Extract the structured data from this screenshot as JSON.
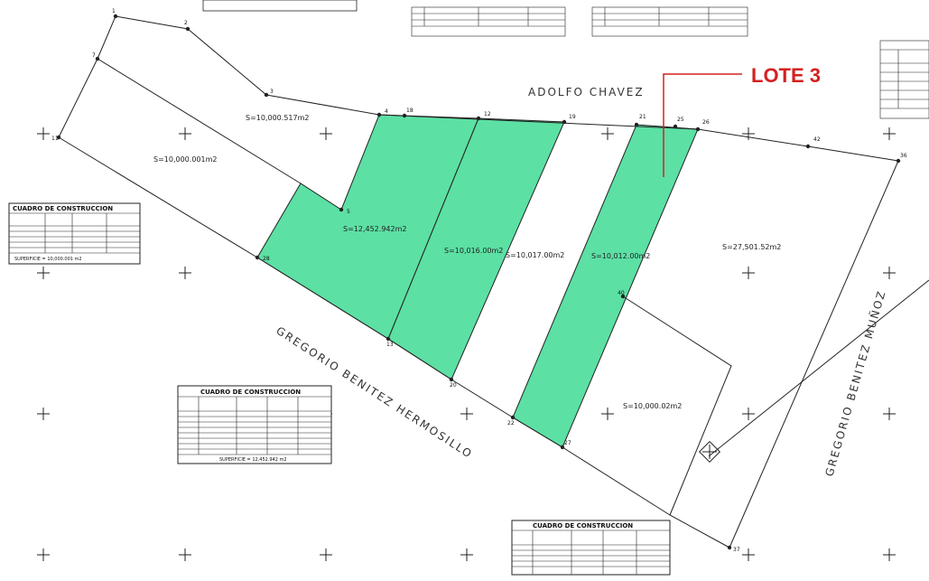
{
  "roads": {
    "north": "ADOLFO CHAVEZ",
    "southwest": "GREGORIO BENITEZ HERMOSILLO",
    "east": "GREGORIO BENITEZ MUÑOZ"
  },
  "areas": {
    "a1": "S=10,000.517m2",
    "a2": "S=10,000.001m2",
    "a3": "S=12,452.942m2",
    "a4": "S=10,016.00m2",
    "a5": "S=10,017.00m2",
    "a6": "S=10,012.00m2",
    "a7": "S=27,501.52m2",
    "a8": "S=10,000.02m2"
  },
  "callout": {
    "label": "LOTE 3"
  },
  "points": {
    "p1": "1",
    "p2": "2",
    "p3": "3",
    "p4": "4",
    "p5": "5",
    "p7": "7",
    "p11": "11",
    "p12": "12",
    "p13": "13",
    "p18": "18",
    "p19": "19",
    "p20": "20",
    "p21": "21",
    "p22": "22",
    "p25": "25",
    "p26": "26",
    "p27": "27",
    "p28": "28",
    "p36": "36",
    "p37": "37",
    "p40": "40",
    "p42": "42"
  },
  "tables": {
    "left": {
      "title": "CUADRO DE CONSTRUCCION",
      "footer": "SUPERFICIE = 10,000.001 m2"
    },
    "center": {
      "title": "CUADRO DE CONSTRUCCION",
      "footer": "SUPERFICIE = 12,452.942 m2"
    },
    "bottom": {
      "title": "CUADRO DE CONSTRUCCION"
    }
  },
  "colors": {
    "lot_fill": "#5ce0a4",
    "callout": "#d42020"
  }
}
